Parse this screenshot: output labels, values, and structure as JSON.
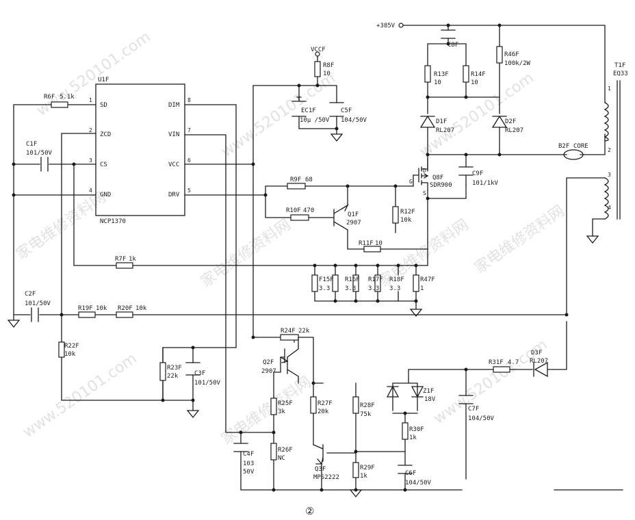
{
  "watermarks": [
    "www.520101.com",
    "家电维修资料网",
    "www.520101.com",
    "家电维修资料网",
    "www.520101.com",
    "家电维修资料网",
    "www.520101.com",
    "家电维修资料网",
    "www.520101.com",
    "家电维修资料网"
  ],
  "ic": {
    "ref": "U1F",
    "part": "NCP1370",
    "pins": [
      {
        "num": "1",
        "name": "SD"
      },
      {
        "num": "2",
        "name": "ZCD"
      },
      {
        "num": "3",
        "name": "CS"
      },
      {
        "num": "4",
        "name": "GND"
      },
      {
        "num": "8",
        "name": "DIM"
      },
      {
        "num": "7",
        "name": "VIN"
      },
      {
        "num": "6",
        "name": "VCC"
      },
      {
        "num": "5",
        "name": "DRV"
      }
    ]
  },
  "rails": {
    "hv": "+385V",
    "vccf": "VCCF"
  },
  "labels": {
    "r6": "R6F",
    "r6v": "5.1k",
    "c1": "C1F",
    "c1v": "101/50V",
    "r8": "R8F",
    "r8v": "10",
    "ec1": "EC1F",
    "ec1v": "10μ /50V",
    "c5": "C5F",
    "c5v": "104/50V",
    "c8": "C8F",
    "r13": "R13F",
    "r13v": "10",
    "r14": "R14F",
    "r14v": "10",
    "r46": "R46F",
    "r46v": "100k/2W",
    "d1": "D1F",
    "d1v": "RL207",
    "d2": "D2F",
    "d2v": "RL207",
    "t1": "T1F",
    "t1v": "EQ33",
    "p1": "1",
    "p2": "2",
    "p3": "3",
    "p4": "4",
    "b2": "B2F",
    "b2v": "CORE",
    "q8": "Q8F",
    "q8v": "SDR900",
    "g": "G",
    "d": "D",
    "s": "S",
    "c9": "C9F",
    "c9v": "101/1kV",
    "r9": "R9F",
    "r9v": "68",
    "r10": "R10F",
    "r10v": "470",
    "q1": "Q1F",
    "q1v": "2907",
    "r12": "R12F",
    "r12v": "10k",
    "r11": "R11F",
    "r11v": "10",
    "r7": "R7F",
    "r7v": "1k",
    "r15": "F15F",
    "r15v": "3.3",
    "r16": "R16F",
    "r16v": "3.3",
    "r17": "R17F",
    "r17v": "3.3",
    "r18": "R18F",
    "r18v": "3.3",
    "r47": "R47F",
    "r47v": "1",
    "c2": "C2F",
    "c2v": "101/50V",
    "r19": "R19F",
    "r19v": "10k",
    "r20": "R20F",
    "r20v": "10k",
    "r22": "R22F",
    "r22v": "10k",
    "r23": "R23F",
    "r23v": "22k",
    "c3": "C3F",
    "c3v": "101/50V",
    "r24": "R24F",
    "r24v": "22k",
    "q2": "Q2F",
    "q2v": "2907",
    "r25": "R25F",
    "r25v": "3k",
    "r27": "R27F",
    "r27v": "20k",
    "r28": "R28F",
    "r28v": "75k",
    "r26": "R26F",
    "r26v": "NC",
    "c4": "C4F",
    "c4v1": "103",
    "c4v2": "50V",
    "q3": "Q3F",
    "q3v": "MPS2222",
    "r29": "R29F",
    "r29v": "1k",
    "z1": "Z1F",
    "z1v": "18V",
    "r30": "R30F",
    "r30v": "1k",
    "c6": "C6F",
    "c6v": "104/50V",
    "c7": "C7F",
    "c7v": "104/50V",
    "r31": "R31F",
    "r31v": "4.7",
    "d3": "D3F",
    "d3v": "RL207"
  },
  "figure_number": "②"
}
